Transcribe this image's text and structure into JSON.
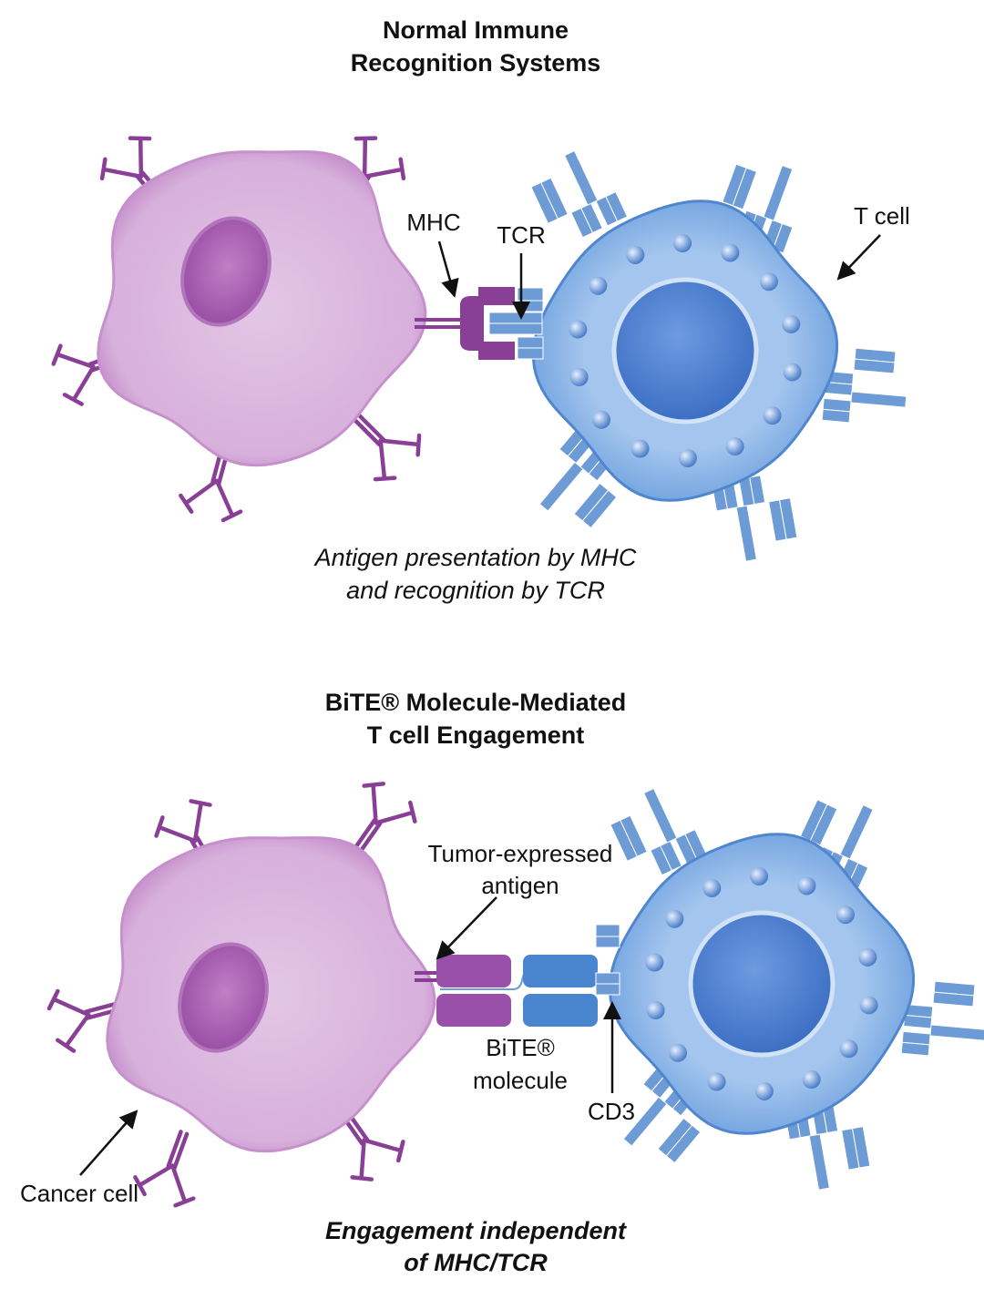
{
  "panel_top": {
    "title_line1": "Normal Immune",
    "title_line2": "Recognition Systems",
    "label_mhc": "MHC",
    "label_tcr": "TCR",
    "label_tcell": "T cell",
    "caption_line1": "Antigen presentation by MHC",
    "caption_line2": "and recognition by TCR"
  },
  "panel_bottom": {
    "title_line1": "BiTE® Molecule-Mediated",
    "title_line2": "T cell Engagement",
    "label_antigen_line1": "Tumor-expressed",
    "label_antigen_line2": "antigen",
    "label_bite_line1": "BiTE®",
    "label_bite_line2": "molecule",
    "label_cd3": "CD3",
    "label_cancer": "Cancer cell",
    "caption_line1": "Engagement independent",
    "caption_line2": "of MHC/TCR"
  },
  "colors": {
    "cancer_cell": "#d9b3dd",
    "cancer_edge": "#c690cc",
    "purple_dark": "#8a3f96",
    "tcell": "#8fb6e6",
    "tcell_edge": "#4f86cf",
    "nucleus_blue": "#4a7fd0",
    "receptor_blue": "#6c9bd6"
  }
}
